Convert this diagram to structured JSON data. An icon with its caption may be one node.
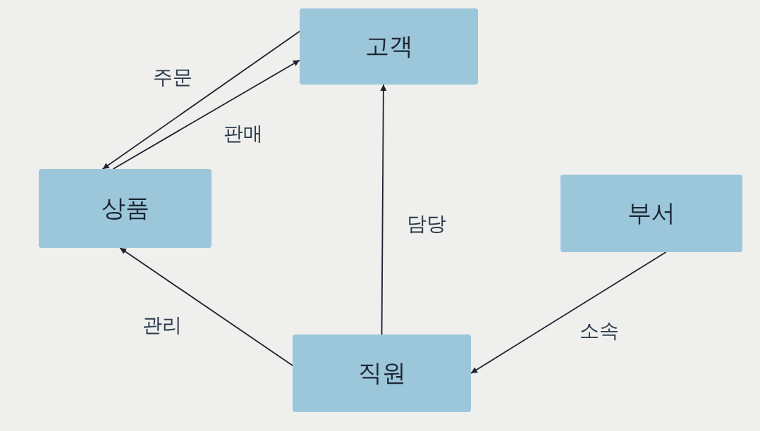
{
  "diagram": {
    "nodes": [
      {
        "text": [
          "고객"
        ]
      },
      {
        "text": [
          "상품"
        ]
      },
      {
        "text": [
          "부서"
        ]
      },
      {
        "text": [
          "직원"
        ]
      }
    ],
    "edges": [
      {
        "from": 0,
        "to": 1,
        "arrow": "to",
        "label": "주문"
      },
      {
        "from": 1,
        "to": 0,
        "arrow": "to",
        "label": "판매"
      },
      {
        "from": 3,
        "to": 0,
        "arrow": "to",
        "label": "담당"
      },
      {
        "from": 3,
        "to": 1,
        "arrow": "to",
        "label": "관리"
      },
      {
        "from": 2,
        "to": 3,
        "arrow": "to",
        "label": "소속"
      }
    ]
  }
}
